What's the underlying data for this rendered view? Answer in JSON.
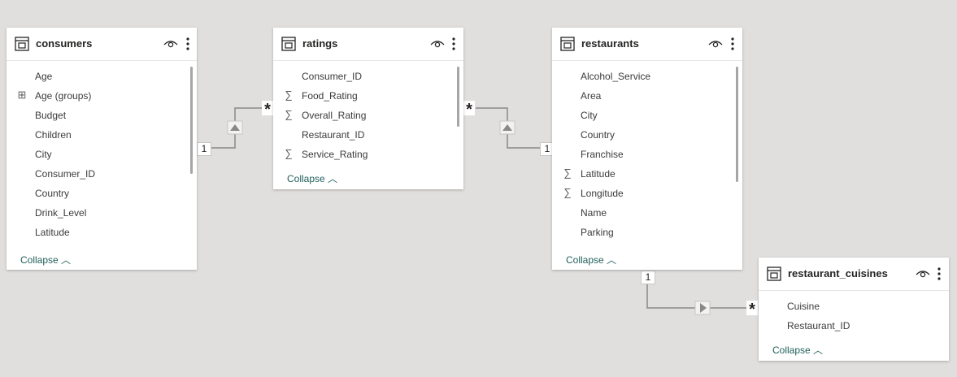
{
  "tables": {
    "consumers": {
      "title": "consumers",
      "fields": [
        {
          "name": "Age",
          "icon": ""
        },
        {
          "name": "Age (groups)",
          "icon": "hierarchy-icon"
        },
        {
          "name": "Budget",
          "icon": ""
        },
        {
          "name": "Children",
          "icon": ""
        },
        {
          "name": "City",
          "icon": ""
        },
        {
          "name": "Consumer_ID",
          "icon": ""
        },
        {
          "name": "Country",
          "icon": ""
        },
        {
          "name": "Drink_Level",
          "icon": ""
        },
        {
          "name": "Latitude",
          "icon": ""
        }
      ],
      "collapse_label": "Collapse"
    },
    "ratings": {
      "title": "ratings",
      "fields": [
        {
          "name": "Consumer_ID",
          "icon": ""
        },
        {
          "name": "Food_Rating",
          "icon": "sum-icon"
        },
        {
          "name": "Overall_Rating",
          "icon": "sum-icon"
        },
        {
          "name": "Restaurant_ID",
          "icon": ""
        },
        {
          "name": "Service_Rating",
          "icon": "sum-icon"
        }
      ],
      "collapse_label": "Collapse"
    },
    "restaurants": {
      "title": "restaurants",
      "fields": [
        {
          "name": "Alcohol_Service",
          "icon": ""
        },
        {
          "name": "Area",
          "icon": ""
        },
        {
          "name": "City",
          "icon": ""
        },
        {
          "name": "Country",
          "icon": ""
        },
        {
          "name": "Franchise",
          "icon": ""
        },
        {
          "name": "Latitude",
          "icon": "sum-icon"
        },
        {
          "name": "Longitude",
          "icon": "sum-icon"
        },
        {
          "name": "Name",
          "icon": ""
        },
        {
          "name": "Parking",
          "icon": ""
        }
      ],
      "collapse_label": "Collapse"
    },
    "restaurant_cuisines": {
      "title": "restaurant_cuisines",
      "fields": [
        {
          "name": "Cuisine",
          "icon": ""
        },
        {
          "name": "Restaurant_ID",
          "icon": ""
        }
      ],
      "collapse_label": "Collapse"
    }
  },
  "relationships": {
    "consumers_ratings": {
      "one": "1",
      "many": "*"
    },
    "ratings_restaurants": {
      "many": "*",
      "one": "1"
    },
    "restaurants_cuisines": {
      "one": "1",
      "many": "*"
    }
  },
  "icon_glyphs": {
    "sum-icon": "∑",
    "hierarchy-icon": "⊞"
  },
  "colors": {
    "canvas": "#e1dfdd",
    "collapse_link": "#1f5f5b",
    "line": "#8a8886"
  }
}
